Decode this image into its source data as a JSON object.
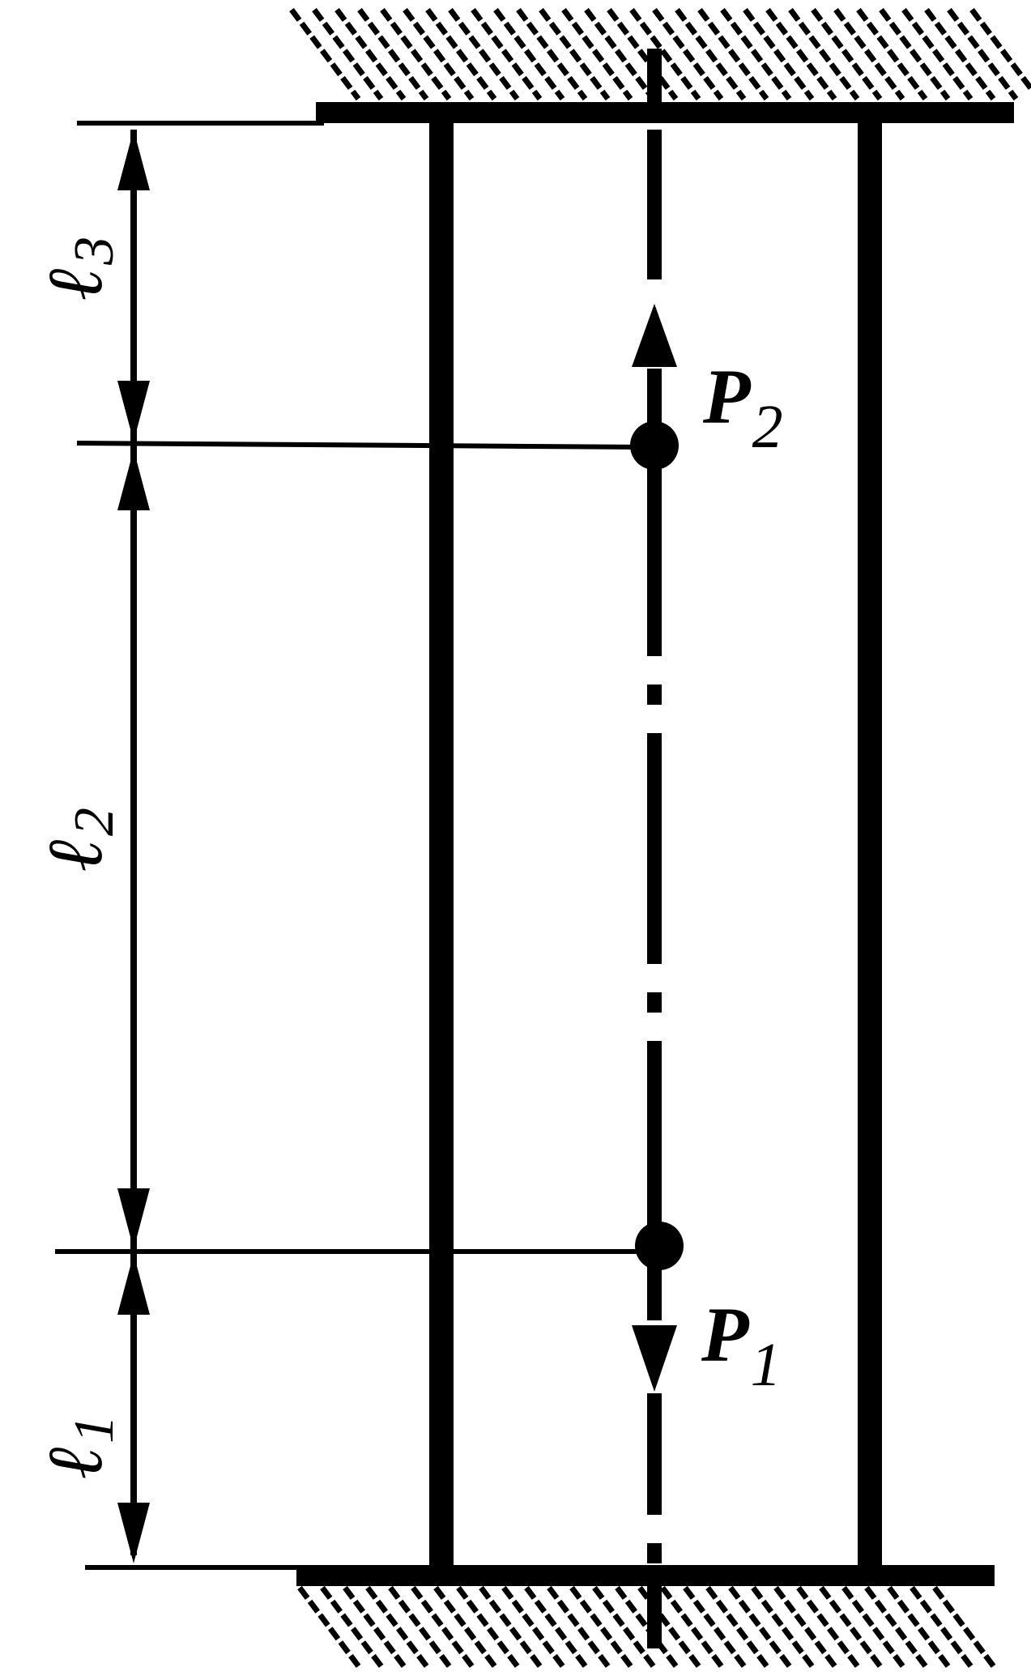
{
  "colors": {
    "ink": "#000000",
    "background": "#ffffff"
  },
  "icons": {
    "support": "hatched-fixed-support-icon",
    "force_up": "arrow-up-icon",
    "force_down": "arrow-down-icon",
    "dimension_arrow": "dimension-arrow-icon"
  },
  "labels": {
    "p2": {
      "main": "P",
      "sub": "2"
    },
    "p1": {
      "main": "P",
      "sub": "1"
    },
    "l3": {
      "main": "ℓ",
      "sub": "3"
    },
    "l2": {
      "main": "ℓ",
      "sub": "2"
    },
    "l1": {
      "main": "ℓ",
      "sub": "1"
    }
  }
}
